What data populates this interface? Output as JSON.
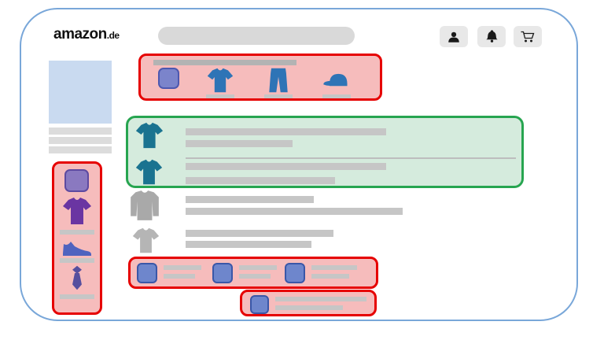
{
  "brand": {
    "logo": "amazon",
    "tld": ".de"
  },
  "header": {
    "search_placeholder": "",
    "actions": [
      {
        "name": "account",
        "icon": "user-icon"
      },
      {
        "name": "notifications",
        "icon": "bell-icon"
      },
      {
        "name": "cart",
        "icon": "cart-icon"
      }
    ]
  },
  "left_column": {
    "image_placeholder": "product-image",
    "text_line_count": 3,
    "filter_panel": {
      "annotation": "red-highlight",
      "items": [
        {
          "name": "featured-swatch",
          "icon": "rounded-square-icon"
        },
        {
          "name": "shirts",
          "icon": "tshirt-icon"
        },
        {
          "name": "shoes",
          "icon": "shoe-icon"
        },
        {
          "name": "ties",
          "icon": "tie-icon"
        }
      ]
    }
  },
  "category_nav": {
    "annotation": "red-highlight",
    "menu_bar_placeholder": true,
    "items": [
      {
        "name": "featured-swatch",
        "icon": "rounded-square-icon"
      },
      {
        "name": "shirts",
        "icon": "tshirt-icon"
      },
      {
        "name": "pants",
        "icon": "jeans-icon"
      },
      {
        "name": "caps",
        "icon": "cap-icon"
      }
    ]
  },
  "results": {
    "highlight_annotation": "green-highlight",
    "rows": [
      {
        "icon": "tshirt-icon",
        "icon_color": "teal",
        "highlighted": true,
        "text_lines": 2,
        "has_divider": true
      },
      {
        "icon": "tshirt-icon",
        "icon_color": "teal",
        "highlighted": true,
        "text_lines": 2,
        "has_divider": false
      },
      {
        "icon": "longsleeve-icon",
        "icon_color": "gray",
        "highlighted": false,
        "text_lines": 2,
        "has_divider": false
      },
      {
        "icon": "tshirt-icon",
        "icon_color": "gray",
        "highlighted": false,
        "text_lines": 2,
        "has_divider": false
      }
    ]
  },
  "related_products": {
    "annotation": "red-highlight",
    "cards": [
      {
        "icon": "rounded-square-icon",
        "text_lines": 2
      },
      {
        "icon": "rounded-square-icon",
        "text_lines": 2
      },
      {
        "icon": "rounded-square-icon",
        "text_lines": 2
      }
    ]
  },
  "footer_product": {
    "annotation": "red-highlight",
    "cards": [
      {
        "icon": "rounded-square-icon",
        "text_lines": 2
      }
    ]
  },
  "colors": {
    "annotation_red": "#e60000",
    "annotation_red_fill": "#f6bcbc",
    "annotation_green": "#27a550",
    "annotation_green_fill": "#d5ebdd",
    "page_border": "#79a7d9",
    "search_gray": "#d9d9d9",
    "button_gray": "#e8e8e8",
    "image_blue": "#c9daf0",
    "icon_blue": "#2e74b6",
    "icon_teal": "#1a7390",
    "icon_purple": "#6a35a2",
    "icon_indigo": "#4f63bf",
    "icon_tie": "#564f9e",
    "icon_gray": "#a9a9a9",
    "icon_gray_light": "#b5b5b5",
    "bar_gray": "#c6c6c6",
    "bar_dark": "#b3b3b3",
    "square_nav_bg": "#7b84cb",
    "square_nav_border": "#4d58b0",
    "square_sidebar_bg": "#8a79c0",
    "square_sidebar_border": "#5e4aa0",
    "square_card_bg": "#6e86cc",
    "square_card_border": "#3a57a8"
  }
}
